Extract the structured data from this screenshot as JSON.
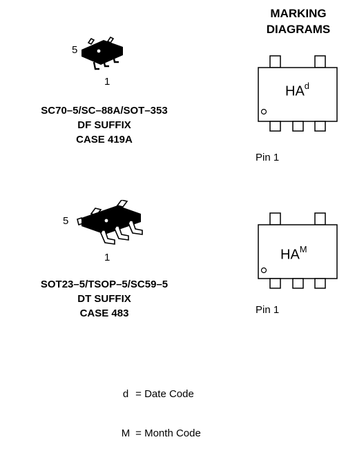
{
  "header": {
    "line1": "MARKING",
    "line2": "DIAGRAMS"
  },
  "packages": [
    {
      "pin_left": "5",
      "pin_bottom": "1",
      "label_lines": [
        "SC70–5/SC–88A/SOT–353",
        "DF SUFFIX",
        "CASE 419A"
      ],
      "marking": {
        "base": "HA",
        "superscript": "d"
      },
      "pin1_label": "Pin 1"
    },
    {
      "pin_left": "5",
      "pin_bottom": "1",
      "label_lines": [
        "SOT23–5/TSOP–5/SC59–5",
        "DT SUFFIX",
        "CASE 483"
      ],
      "marking": {
        "base": "HA",
        "superscript": "M"
      },
      "pin1_label": "Pin 1"
    }
  ],
  "legend": [
    {
      "symbol": "d",
      "text": "= Date Code"
    },
    {
      "symbol": "M",
      "text": "= Month Code"
    }
  ]
}
